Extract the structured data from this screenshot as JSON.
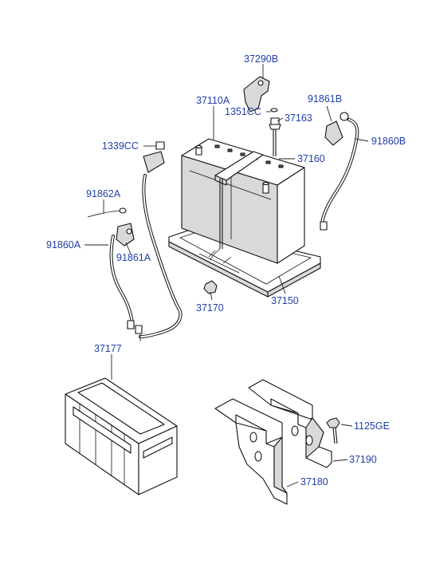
{
  "parts": [
    {
      "id": "p37290B",
      "label": "37290B"
    },
    {
      "id": "p37110A",
      "label": "37110A"
    },
    {
      "id": "p1351CC",
      "label": "1351CC"
    },
    {
      "id": "p37163",
      "label": "37163"
    },
    {
      "id": "p91861B",
      "label": "91861B"
    },
    {
      "id": "p91860B",
      "label": "91860B"
    },
    {
      "id": "p1339CC",
      "label": "1339CC"
    },
    {
      "id": "p37160",
      "label": "37160"
    },
    {
      "id": "p91862A",
      "label": "91862A"
    },
    {
      "id": "p91860A",
      "label": "91860A"
    },
    {
      "id": "p91861A",
      "label": "91861A"
    },
    {
      "id": "p37170",
      "label": "37170"
    },
    {
      "id": "p37150",
      "label": "37150"
    },
    {
      "id": "p37177",
      "label": "37177"
    },
    {
      "id": "p1125GE",
      "label": "1125GE"
    },
    {
      "id": "p37190",
      "label": "37190"
    },
    {
      "id": "p37180",
      "label": "37180"
    }
  ],
  "colors": {
    "label": "#1f3fa8",
    "line": "#222222",
    "background": "#ffffff"
  }
}
